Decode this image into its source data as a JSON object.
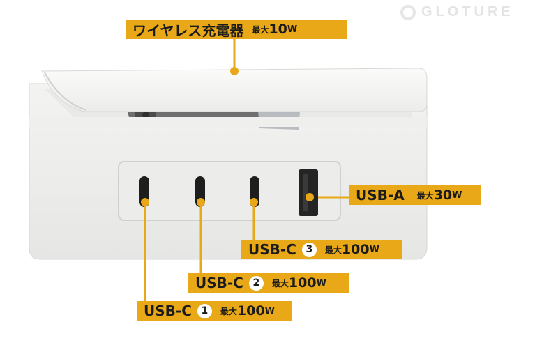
{
  "watermark": "GLOTURE",
  "labels": {
    "wireless": {
      "main": "ワイヤレス充電器",
      "prefix": "最大",
      "num": "10",
      "unit": "W"
    },
    "usb_a": {
      "main": "USB-A",
      "prefix": "最大",
      "num": "30",
      "unit": "W"
    },
    "usb_c3": {
      "main": "USB-C",
      "badge": "3",
      "prefix": "最大",
      "num": "100",
      "unit": "W"
    },
    "usb_c2": {
      "main": "USB-C",
      "badge": "2",
      "prefix": "最大",
      "num": "100",
      "unit": "W"
    },
    "usb_c1": {
      "main": "USB-C",
      "badge": "1",
      "prefix": "最大",
      "num": "100",
      "unit": "W"
    }
  },
  "colors": {
    "accent": "#e9a817",
    "device": "#f4f4f2",
    "port": "#1e1e1e"
  }
}
